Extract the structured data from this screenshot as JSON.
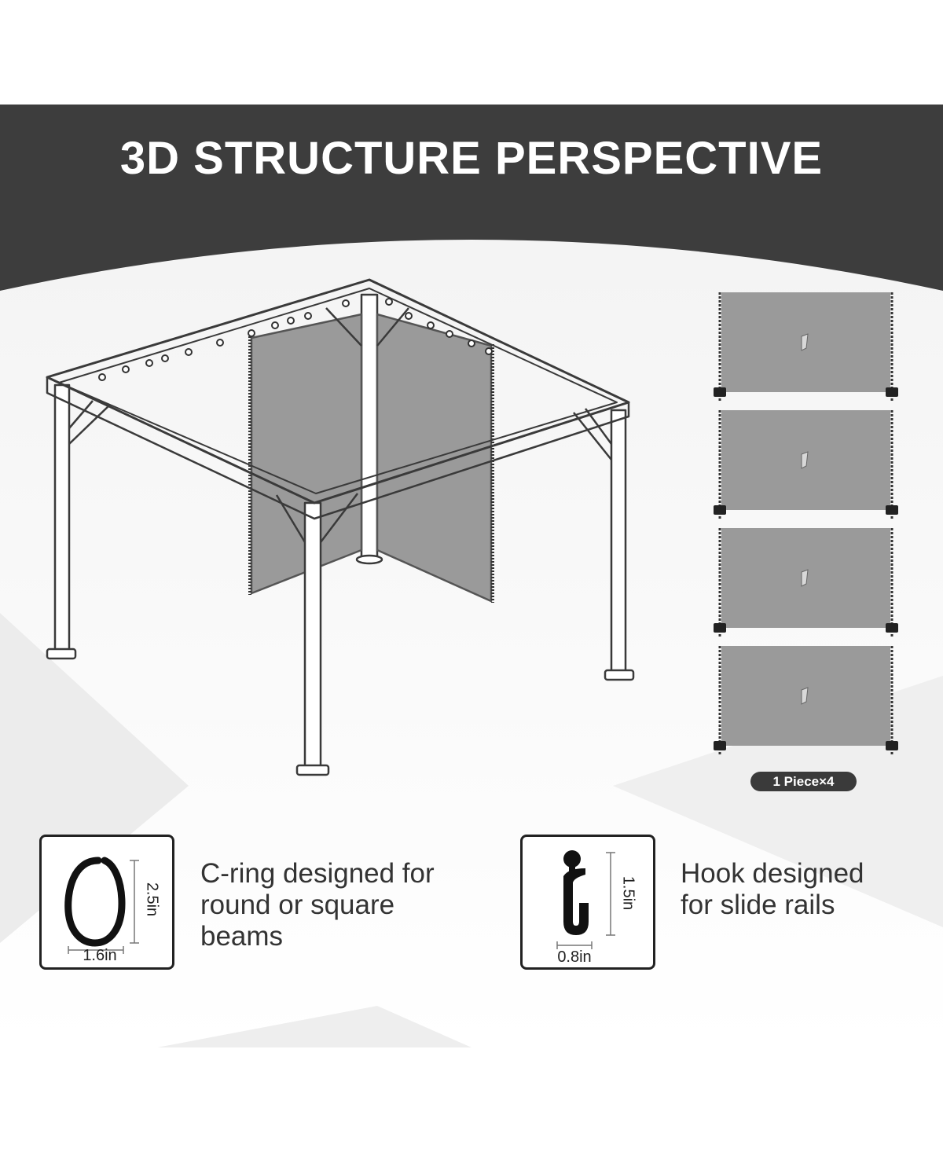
{
  "header": {
    "title": "3D STRUCTURE PERSPECTIVE"
  },
  "curtains": {
    "count_badge": "1 Piece×4",
    "panel_count": 4
  },
  "features": [
    {
      "name": "C-ring",
      "description_lines": [
        "C-ring designed for",
        "round or square",
        "beams"
      ],
      "height_label": "2.5in",
      "width_label": "1.6in"
    },
    {
      "name": "Hook",
      "description_lines": [
        "Hook designed",
        "for slide rails"
      ],
      "height_label": "1.5in",
      "width_label": "0.8in"
    }
  ],
  "colors": {
    "header_band": "#3d3d3d",
    "curtain_fabric": "#9a9a9a",
    "frame_stroke": "#3a3a3a"
  }
}
